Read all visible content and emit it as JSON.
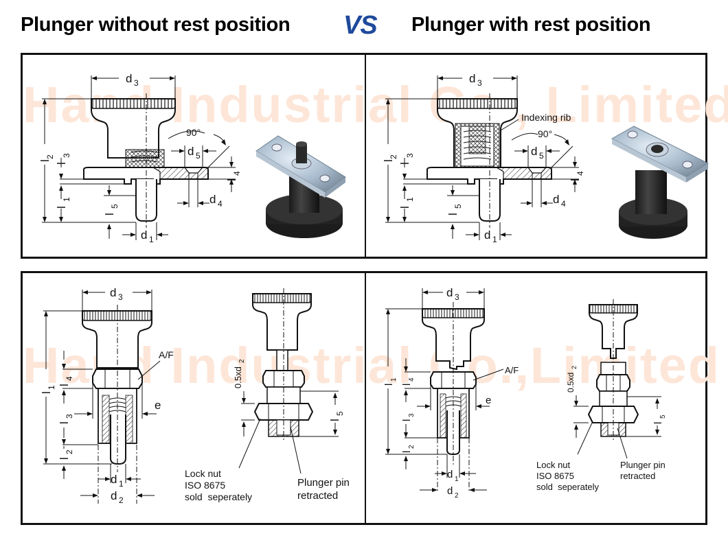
{
  "header": {
    "left_title": "Plunger without rest position",
    "vs_label": "VS",
    "right_title": "Plunger with rest position",
    "vs_color": "#1f4a9c"
  },
  "watermark": {
    "top": "Hand Industrial Co., Limited",
    "bottom": "Hand Industrial Co.,Limited",
    "color": "#fde6d8"
  },
  "panels": {
    "top_left": {
      "description": "Plunger without rest position - mounting plate section drawing with photo",
      "labels": {
        "d3": "d",
        "d3_sub": "3",
        "d5": "d",
        "d5_sub": "5",
        "d4": "d",
        "d4_sub": "4",
        "d1": "d",
        "d1_sub": "1",
        "l2": "l",
        "l2_sub": "2",
        "l3": "l",
        "l3_sub": "3",
        "l1": "l",
        "l1_sub": "1",
        "l5": "l",
        "l5_sub": "5",
        "l4": "l",
        "l4_sub": "4",
        "angle": "90°"
      },
      "photo": "plunger-with-plate-pin-extended"
    },
    "top_right": {
      "description": "Plunger with rest position - mounting plate section drawing with photo",
      "labels": {
        "d3": "d",
        "d3_sub": "3",
        "d5": "d",
        "d5_sub": "5",
        "d4": "d",
        "d4_sub": "4",
        "d1": "d",
        "d1_sub": "1",
        "l2": "l",
        "l2_sub": "2",
        "l3": "l",
        "l3_sub": "3",
        "l1": "l",
        "l1_sub": "1",
        "l5": "l",
        "l5_sub": "5",
        "l4": "l",
        "l4_sub": "4",
        "angle": "90°",
        "callout": "Indexing rib"
      },
      "photo": "plunger-with-plate-pin-retracted"
    },
    "bottom_left": {
      "labels": {
        "d3": "d",
        "d3_sub": "3",
        "af": "A/F",
        "l1": "l",
        "l1_sub": "1",
        "l4": "l",
        "l4_sub": "4",
        "l3": "l",
        "l3_sub": "3",
        "l2": "l",
        "l2_sub": "2",
        "e": "e",
        "d1": "d",
        "d1_sub": "1",
        "d2": "d",
        "d2_sub": "2",
        "half_d2": "0.5xd",
        "half_d2_sub": "2",
        "l5": "l",
        "l5_sub": "5"
      },
      "lock_nut_note": [
        "Lock nut",
        "ISO 8675",
        "sold  seperately"
      ],
      "plunger_note": [
        "Plunger pin",
        "retracted"
      ]
    },
    "bottom_right": {
      "labels": {
        "d3": "d",
        "d3_sub": "3",
        "af": "A/F",
        "l1": "l",
        "l1_sub": "1",
        "l4": "l",
        "l4_sub": "4",
        "l3": "l",
        "l3_sub": "3",
        "l2": "l",
        "l2_sub": "2",
        "e": "e",
        "d1": "d",
        "d1_sub": "1",
        "d2": "d",
        "d2_sub": "2",
        "half_d2": "0.5xd",
        "half_d2_sub": "2",
        "l5": "l",
        "l5_sub": "5"
      },
      "lock_nut_note": [
        "Lock nut",
        "ISO 8675",
        "sold  seperately"
      ],
      "plunger_note": [
        "Plunger pin",
        "retracted"
      ]
    }
  }
}
